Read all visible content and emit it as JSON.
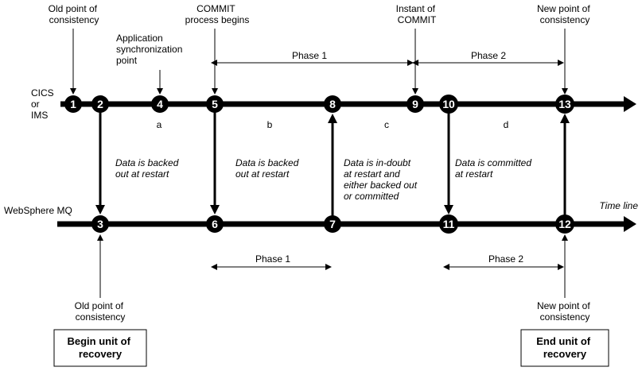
{
  "labels": {
    "old_point_top": [
      "Old point of",
      "consistency"
    ],
    "commit_begins": [
      "COMMIT",
      "process begins"
    ],
    "instant_commit": [
      "Instant of",
      "COMMIT"
    ],
    "new_point_top": [
      "New point of",
      "consistency"
    ],
    "app_sync": [
      "Application",
      "synchronization",
      "point"
    ],
    "phase1_top": "Phase 1",
    "phase2_top": "Phase 2",
    "cics": [
      "CICS",
      "or",
      "IMS"
    ],
    "segment_a": "a",
    "segment_b": "b",
    "segment_c": "c",
    "segment_d": "d",
    "backed_out_1": [
      "Data is backed",
      "out at restart"
    ],
    "backed_out_2": [
      "Data is backed",
      "out at restart"
    ],
    "in_doubt": [
      "Data is in-doubt",
      "at restart and",
      "either backed out",
      "or committed"
    ],
    "committed": [
      "Data is committed",
      "at restart"
    ],
    "websphere": "WebSphere MQ",
    "time_line": "Time line",
    "phase1_bottom": "Phase 1",
    "phase2_bottom": "Phase 2",
    "old_point_bottom": [
      "Old point of",
      "consistency"
    ],
    "new_point_bottom": [
      "New point of",
      "consistency"
    ],
    "begin_box": [
      "Begin unit of",
      "recovery"
    ],
    "end_box": [
      "End unit of",
      "recovery"
    ]
  },
  "nodes": {
    "n1": "1",
    "n2": "2",
    "n4": "4",
    "n5": "5",
    "n8": "8",
    "n9": "9",
    "n10": "10",
    "n13": "13",
    "n3": "3",
    "n6": "6",
    "n7": "7",
    "n11": "11",
    "n12": "12"
  },
  "colors": {
    "line": "#000000",
    "text": "#000000",
    "node_text": "#ffffff",
    "background": "#ffffff"
  }
}
